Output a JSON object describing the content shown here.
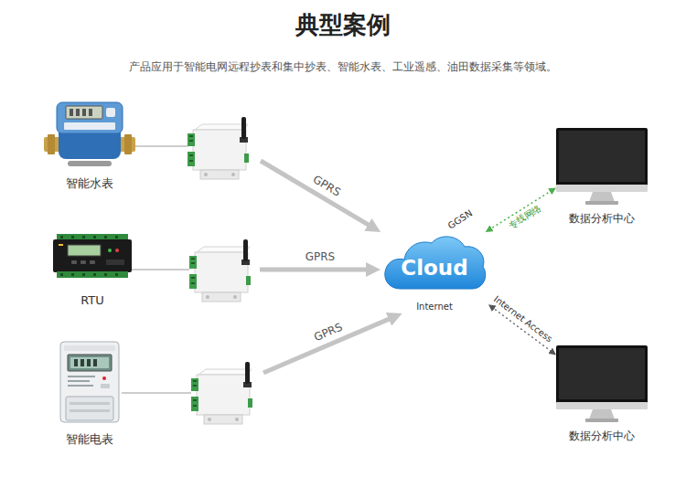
{
  "diagram": {
    "title": "典型案例",
    "caption": "产品应用于智能电网远程抄表和集中抄表、智能水表、工业遥感、油田数据采集等领域。",
    "nodes": [
      {
        "text": [
          "智能水表"
        ]
      },
      {
        "text": [
          "RTU"
        ]
      },
      {
        "text": [
          "智能电表"
        ]
      },
      {
        "text": [
          "Cloud",
          "Internet"
        ]
      },
      {
        "text": [
          "数据分析中心"
        ]
      },
      {
        "text": [
          "数据分析中心"
        ]
      }
    ],
    "edges": [
      {
        "from": 0,
        "to": 3,
        "label": "GPRS",
        "arrow": "to"
      },
      {
        "from": 1,
        "to": 3,
        "label": "GPRS",
        "arrow": "to"
      },
      {
        "from": 2,
        "to": 3,
        "label": "GPRS",
        "arrow": "to"
      },
      {
        "from": 3,
        "to": 4,
        "label": "专线网络",
        "arrow": "both"
      },
      {
        "from": 3,
        "to": 5,
        "label": "Internet Access",
        "arrow": "both"
      }
    ],
    "labels": [
      "GGSN"
    ]
  }
}
